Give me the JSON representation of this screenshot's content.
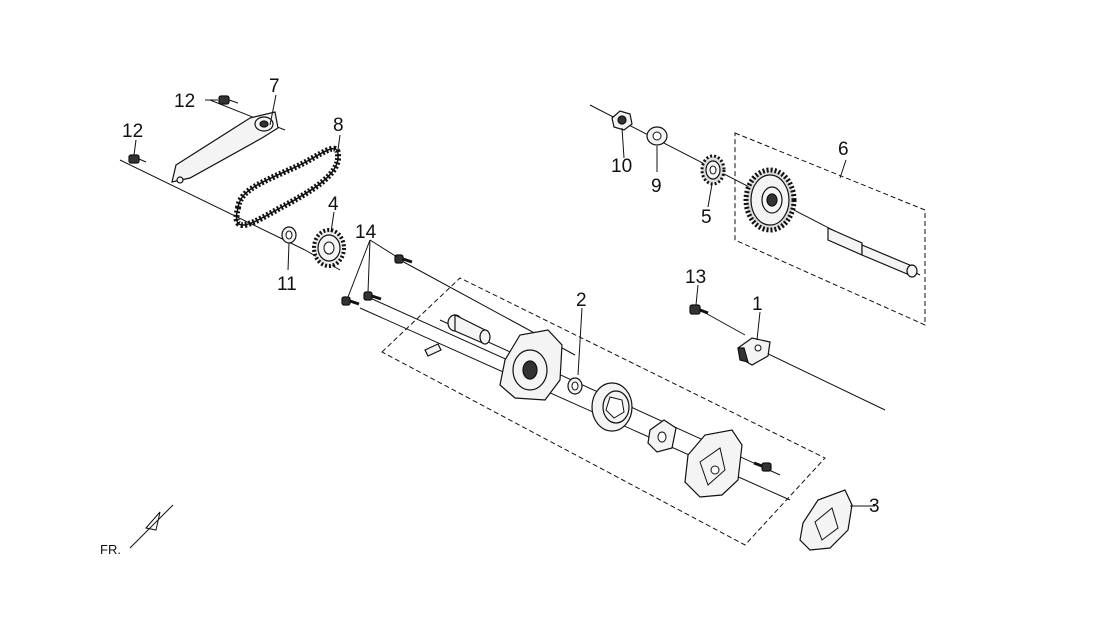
{
  "callouts": [
    {
      "id": "1",
      "label": "1"
    },
    {
      "id": "2",
      "label": "2"
    },
    {
      "id": "3",
      "label": "3"
    },
    {
      "id": "4",
      "label": "4"
    },
    {
      "id": "5",
      "label": "5"
    },
    {
      "id": "6",
      "label": "6"
    },
    {
      "id": "7",
      "label": "7"
    },
    {
      "id": "8",
      "label": "8"
    },
    {
      "id": "9",
      "label": "9"
    },
    {
      "id": "10",
      "label": "10"
    },
    {
      "id": "11",
      "label": "11"
    },
    {
      "id": "12a",
      "label": "12"
    },
    {
      "id": "12b",
      "label": "12"
    },
    {
      "id": "13",
      "label": "13"
    },
    {
      "id": "14",
      "label": "14"
    }
  ],
  "orientation_label": "FR."
}
